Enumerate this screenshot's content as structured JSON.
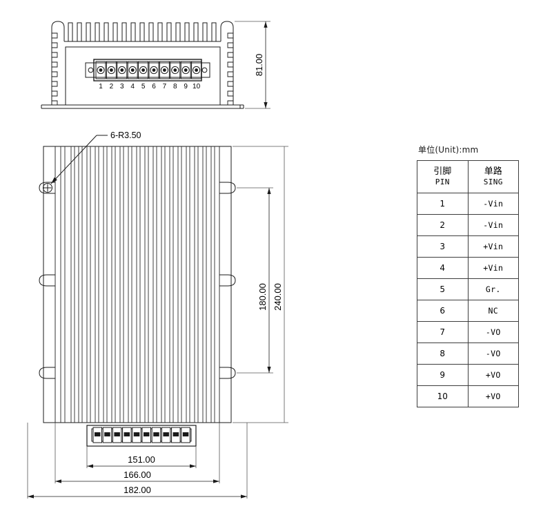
{
  "drawing": {
    "views": {
      "front": {
        "name": "front-elevation-view",
        "connector_pin_labels": [
          "1",
          "2",
          "3",
          "4",
          "5",
          "6",
          "7",
          "8",
          "9",
          "10"
        ],
        "height_dimension": "81.00"
      },
      "plan": {
        "name": "plan-view",
        "callout": "6-R3.50",
        "vertical_dimensions": [
          "180.00",
          "240.00"
        ],
        "horizontal_dimensions": [
          "151.00",
          "166.00",
          "182.00"
        ]
      }
    }
  },
  "table": {
    "unit_note": "单位(Unit):mm",
    "headers": [
      {
        "cn": "引脚",
        "en": "PIN"
      },
      {
        "cn": "单路",
        "en": "SING"
      }
    ],
    "rows": [
      {
        "pin": "1",
        "signal": "-Vin"
      },
      {
        "pin": "2",
        "signal": "-Vin"
      },
      {
        "pin": "3",
        "signal": "+Vin"
      },
      {
        "pin": "4",
        "signal": "+Vin"
      },
      {
        "pin": "5",
        "signal": "Gr."
      },
      {
        "pin": "6",
        "signal": "NC"
      },
      {
        "pin": "7",
        "signal": "-VO"
      },
      {
        "pin": "8",
        "signal": "-VO"
      },
      {
        "pin": "9",
        "signal": "+VO"
      },
      {
        "pin": "10",
        "signal": "+VO"
      }
    ]
  },
  "colors": {
    "line": "#1a1a1a",
    "thin_line": "#555555",
    "background": "#ffffff"
  }
}
